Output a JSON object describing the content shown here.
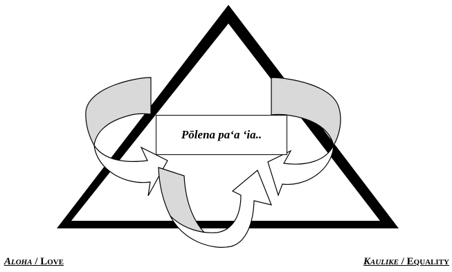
{
  "center_label": "Pōlena pa‘a ‘ia..",
  "captions": {
    "left": {
      "hawaiian": "Aloha",
      "separator": " / ",
      "english": "Love"
    },
    "right": {
      "hawaiian": "Kaulike",
      "separator": " / ",
      "english": "Equality"
    }
  },
  "colors": {
    "outline": "#000000",
    "arrow_fill": "#d9d9d9",
    "arrow_white": "#ffffff"
  }
}
